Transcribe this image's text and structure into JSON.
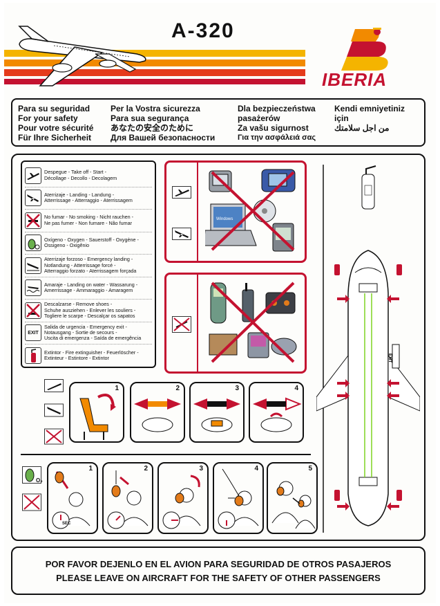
{
  "header": {
    "aircraft_model": "A-320",
    "airline_name": "IBERIA"
  },
  "safety_phrases": [
    "Para su seguridad",
    "For your safety",
    "Pour votre sécurité",
    "Für Ihre Sicherheit",
    "Per la Vostra sicurezza",
    "Para sua segurança",
    "あなたの安全のために",
    "Для Вашей безопасности",
    "Dla bezpieczeństwa pasażerów",
    "Za vašu sigurnost",
    "Για την ασφάλειά σας",
    "",
    "Kendi emniyetiniz için",
    "من اجل سلامتك",
    "",
    ""
  ],
  "legend": {
    "items": [
      {
        "icon": "takeoff-icon",
        "text": [
          "Despegue - Take off - Start -",
          "Décollage - Decollo - Decolagem"
        ]
      },
      {
        "icon": "landing-icon",
        "text": [
          "Aterrizaje - Landing - Landung -",
          "Atterrissage - Atterraggio - Aterrissagem"
        ]
      },
      {
        "icon": "no-smoking-icon",
        "text": [
          "No fumar - No smoking - Nicht rauchen -",
          "Ne pas fumer - Non fumare - Não fumar"
        ]
      },
      {
        "icon": "oxygen-icon",
        "text": [
          "Oxígeno - Oxygen - Sauerstoff - Oxygène -",
          "Ossigeno - Oxigênio"
        ]
      },
      {
        "icon": "emergency-landing-icon",
        "text": [
          "Aterrizaje forzoso - Emergency landing -",
          "Notlandung - Atterrissage forcé -",
          "Atterraggio forzato - Aterrissagem forçada"
        ]
      },
      {
        "icon": "water-landing-icon",
        "text": [
          "Amaraje - Landing on water - Wassarung -",
          "Amerrissage - Ammaraggio - Amaragem"
        ]
      },
      {
        "icon": "remove-shoes-icon",
        "text": [
          "Descalzarse - Remove shoes -",
          "Schuhe ausziehen - Enlever les souliers -",
          "Togliere le scarpe - Descalçar os sapatos"
        ]
      },
      {
        "icon": "exit-icon",
        "text": [
          "Salida de urgencia - Emergency exit -",
          "Notausgang - Sortie de secours -",
          "Uscita di emergenza - Saída de emergência"
        ]
      },
      {
        "icon": "fire-extinguisher-icon",
        "text": [
          "Extintor - Fire extinguisher - Feuerlöscher -",
          "Extinteur - Estintore - Extintor"
        ]
      }
    ],
    "exit_badge": "EXIT"
  },
  "devices_box_1": {
    "windows_label": "Windows"
  },
  "seatbelt_steps": [
    "1",
    "2",
    "3",
    "4"
  ],
  "oxygen_steps": [
    "1",
    "2",
    "3",
    "4",
    "5"
  ],
  "oxygen_label": "O₂",
  "timer_label": "SEC",
  "aircraft": {
    "exit_label": "EXIT"
  },
  "footer": {
    "line_es": "POR FAVOR DEJENLO EN EL AVION PARA SEGURIDAD DE OTROS PASAJEROS",
    "line_en": "PLEASE LEAVE ON AIRCRAFT FOR THE SAFETY OF OTHER PASSENGERS"
  },
  "colors": {
    "iberia_red": "#c41230",
    "iberia_yellow": "#f4b400",
    "iberia_orange": "#f28a00",
    "oxygen_green": "#6ab04c"
  }
}
